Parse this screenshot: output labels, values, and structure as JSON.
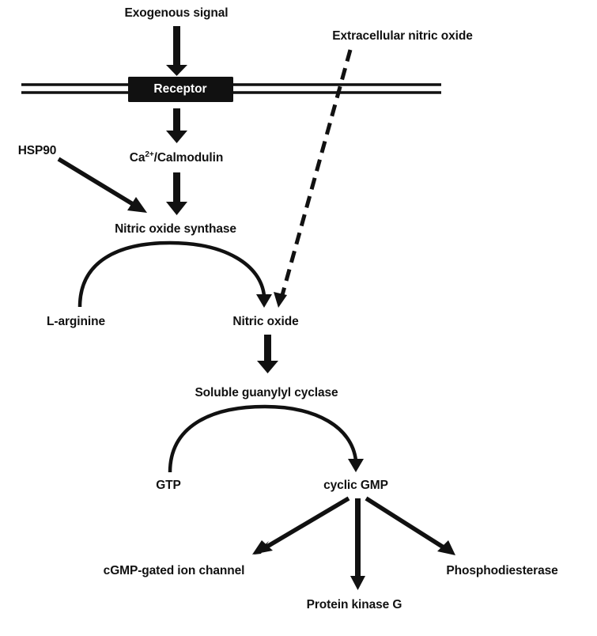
{
  "diagram": {
    "title": "Nitric oxide / cGMP signaling pathway",
    "nodes": {
      "exogenous_signal": "Exogenous signal",
      "extracellular_no": "Extracellular nitric oxide",
      "receptor": "Receptor",
      "calmodulin_prefix": "Ca",
      "calmodulin_sup": "2+",
      "calmodulin_suffix": "/Calmodulin",
      "hsp90": "HSP90",
      "nos": "Nitric oxide synthase",
      "l_arginine": "L-arginine",
      "nitric_oxide": "Nitric oxide",
      "sgc": "Soluble guanylyl cyclase",
      "gtp": "GTP",
      "cgmp": "cyclic GMP",
      "ion_channel": "cGMP-gated ion channel",
      "pkg": "Protein kinase G",
      "pde": "Phosphodiesterase"
    },
    "edges": [
      {
        "from": "Exogenous signal",
        "to": "Receptor",
        "style": "solid"
      },
      {
        "from": "Receptor",
        "to": "Ca2+/Calmodulin",
        "style": "solid"
      },
      {
        "from": "Ca2+/Calmodulin",
        "to": "Nitric oxide synthase",
        "style": "solid"
      },
      {
        "from": "HSP90",
        "to": "Nitric oxide synthase",
        "style": "solid"
      },
      {
        "from": "L-arginine",
        "to": "Nitric oxide",
        "style": "curved",
        "via": "Nitric oxide synthase"
      },
      {
        "from": "Extracellular nitric oxide",
        "to": "Nitric oxide",
        "style": "dashed"
      },
      {
        "from": "Nitric oxide",
        "to": "Soluble guanylyl cyclase",
        "style": "solid"
      },
      {
        "from": "GTP",
        "to": "cyclic GMP",
        "style": "curved",
        "via": "Soluble guanylyl cyclase"
      },
      {
        "from": "cyclic GMP",
        "to": "cGMP-gated ion channel",
        "style": "solid"
      },
      {
        "from": "cyclic GMP",
        "to": "Protein kinase G",
        "style": "solid"
      },
      {
        "from": "cyclic GMP",
        "to": "Phosphodiesterase",
        "style": "solid"
      }
    ],
    "colors": {
      "ink": "#111111",
      "background": "#ffffff",
      "receptor_text": "#ffffff"
    }
  }
}
